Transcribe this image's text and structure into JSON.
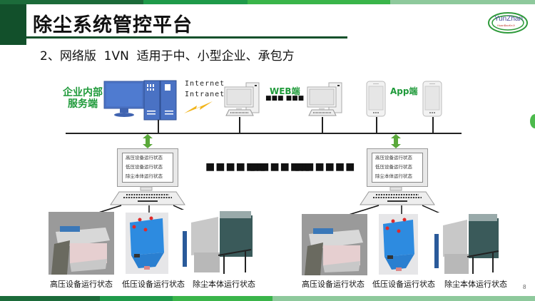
{
  "header": {
    "title": "除尘系统管控平台",
    "subtitle": "2、网络版  1VN  适用于中、小型企业、承包方",
    "logo_text": "YunZhan",
    "logo_subtext": "HuanBaoKeJi",
    "colors": {
      "dark_green": "#12502b",
      "green": "#1f9a4a",
      "light_green": "#3ab54a",
      "pale_green": "#8ec99c"
    }
  },
  "diagram": {
    "server_label_line1": "企业内部",
    "server_label_line2": "服务端",
    "network_label_line1": "Internet",
    "network_label_line2": "Intranet",
    "web_label": "WEB端",
    "app_label": "App端",
    "ellipsis_small": "■■■ ■■■",
    "ellipsis_large": "■■■■■■",
    "control_panels": [
      {
        "rows": [
          "高压设备运行状态",
          "低压设备运行状态",
          "除尘本体运行状态"
        ]
      },
      {
        "rows": [
          "高压设备运行状态",
          "低压设备运行状态",
          "除尘本体运行状态"
        ]
      }
    ],
    "equipment_groups": [
      {
        "captions": [
          "高压设备运行状态",
          "低压设备运行状态",
          "除尘本体运行状态"
        ]
      },
      {
        "captions": [
          "高压设备运行状态",
          "低压设备运行状态",
          "除尘本体运行状态"
        ]
      }
    ],
    "icons": [
      "monitor-icon",
      "server-tower-icon",
      "lightning-icon",
      "desktop-pc-icon",
      "smartphone-icon",
      "double-arrow-icon",
      "keyboard-icon",
      "high-voltage-equipment-image",
      "low-voltage-cabinet-image",
      "dust-collector-image"
    ]
  },
  "footer": {
    "page_number": "8"
  }
}
